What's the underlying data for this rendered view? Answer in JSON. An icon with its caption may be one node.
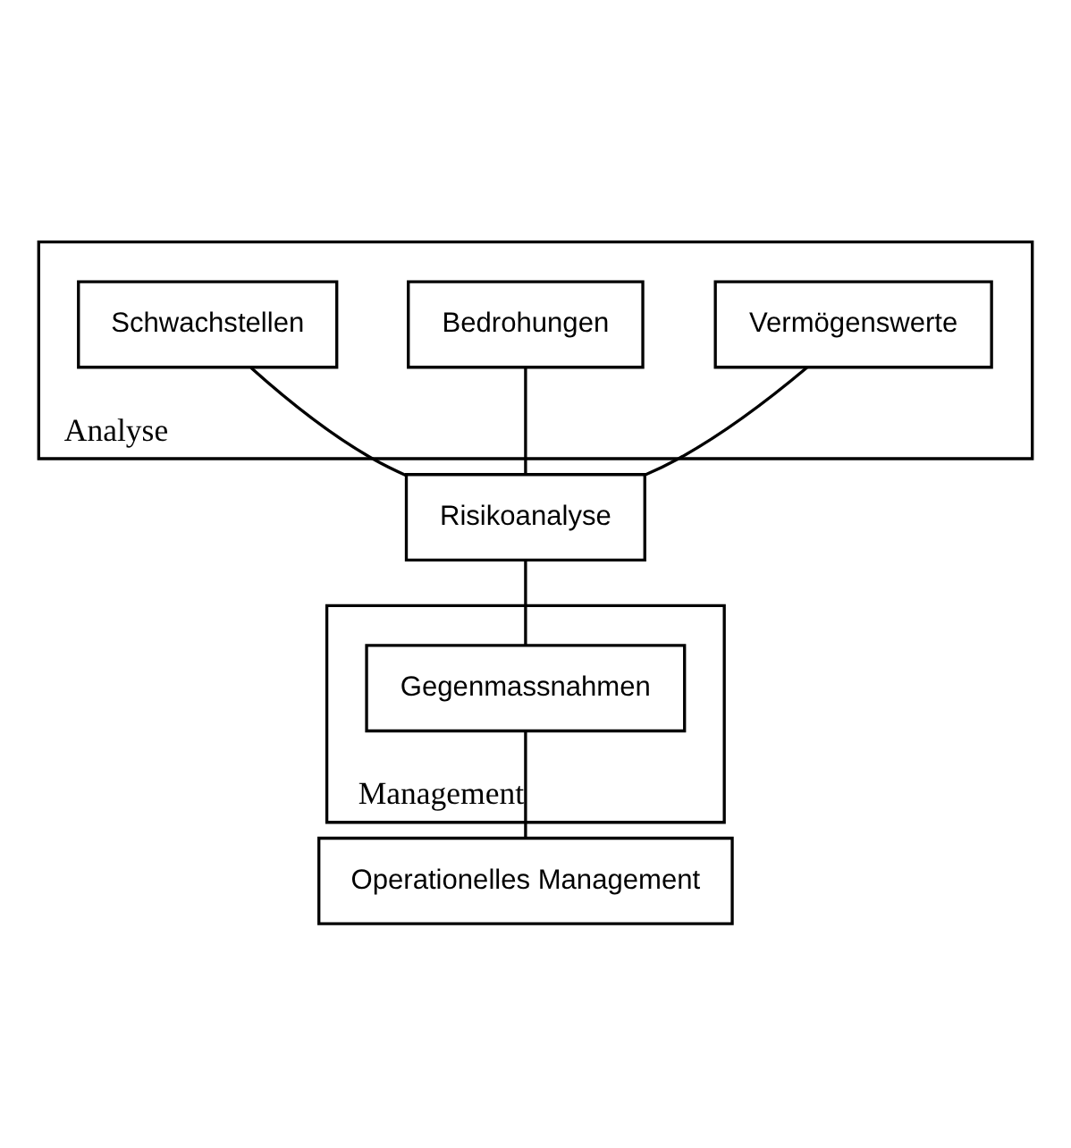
{
  "diagram": {
    "nodes": [
      {
        "text": [
          "Analyse"
        ]
      },
      {
        "text": [
          "Vermögenswerte"
        ],
        "in": 0
      },
      {
        "text": [
          "Bedrohungen"
        ],
        "in": 0
      },
      {
        "text": [
          "Schwachstellen"
        ],
        "in": 0
      },
      {
        "text": [
          "Risikoanalyse"
        ]
      },
      {
        "text": [
          "Management"
        ]
      },
      {
        "text": [
          "Gegenmassnahmen"
        ],
        "in": 5
      },
      {
        "text": [
          "Operationelles Management"
        ]
      }
    ],
    "edges": [
      {
        "from": 1,
        "to": 4,
        "arrow": "none"
      },
      {
        "from": 2,
        "to": 4,
        "arrow": "none"
      },
      {
        "from": 3,
        "to": 4,
        "arrow": "none"
      },
      {
        "from": 4,
        "to": 6,
        "arrow": "none"
      },
      {
        "from": 6,
        "to": 7,
        "arrow": "none"
      }
    ]
  }
}
